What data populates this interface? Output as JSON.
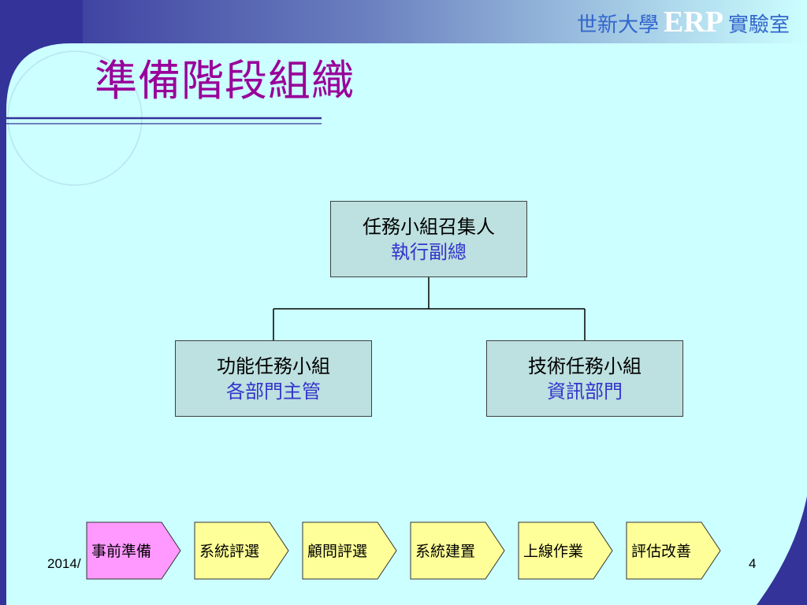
{
  "header": {
    "brand_prefix": "世新大學",
    "brand_erp": "ERP",
    "brand_suffix": "實驗室",
    "title": "準備階段組織"
  },
  "org_chart": {
    "top": {
      "role": "任務小組召集人",
      "person": "執行副總"
    },
    "left": {
      "role": "功能任務小組",
      "person": "各部門主管"
    },
    "right": {
      "role": "技術任務小組",
      "person": "資訊部門"
    }
  },
  "process": {
    "steps": [
      {
        "label": "事前準備",
        "active": true
      },
      {
        "label": "系統評選",
        "active": false
      },
      {
        "label": "顧問評選",
        "active": false
      },
      {
        "label": "系統建置",
        "active": false
      },
      {
        "label": "上線作業",
        "active": false
      },
      {
        "label": "評估改善",
        "active": false
      }
    ],
    "colors": {
      "active": "#ff99ff",
      "inactive": "#ffff99"
    }
  },
  "footer": {
    "date": "2014/",
    "page_number": "4"
  },
  "colors": {
    "background": "#ccffff",
    "title": "#990099",
    "brand": "#3366cc",
    "org_box": "#bde0e0",
    "person_text": "#3333cc"
  }
}
